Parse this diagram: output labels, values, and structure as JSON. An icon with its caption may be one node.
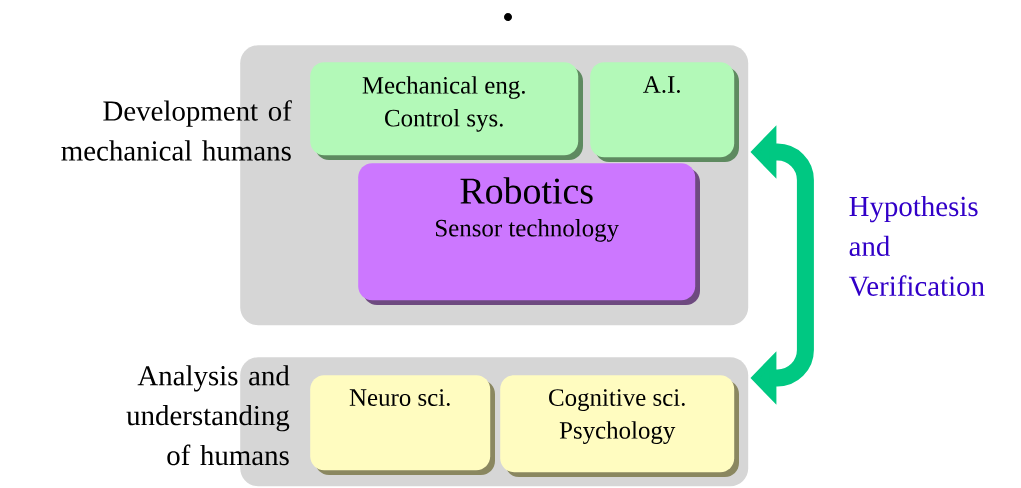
{
  "diagram": {
    "nodes": [
      {
        "text": [
          "Development of mechanical humans"
        ]
      },
      {
        "text": [
          "Mechanical eng.",
          "Control sys."
        ],
        "in": 0
      },
      {
        "text": [
          "A.I."
        ],
        "in": 0
      },
      {
        "text": [
          "Robotics",
          "Sensor technology"
        ],
        "in": 0
      },
      {
        "text": [
          "Analysis and understanding of humans"
        ]
      },
      {
        "text": [
          "Neuro sci."
        ],
        "in": 4
      },
      {
        "text": [
          "Cognitive sci.",
          "Psychology"
        ],
        "in": 4
      }
    ],
    "edges": [
      {
        "from": 0,
        "to": 4,
        "arrow": "both",
        "label": "Hypothesis and Verification"
      }
    ]
  }
}
